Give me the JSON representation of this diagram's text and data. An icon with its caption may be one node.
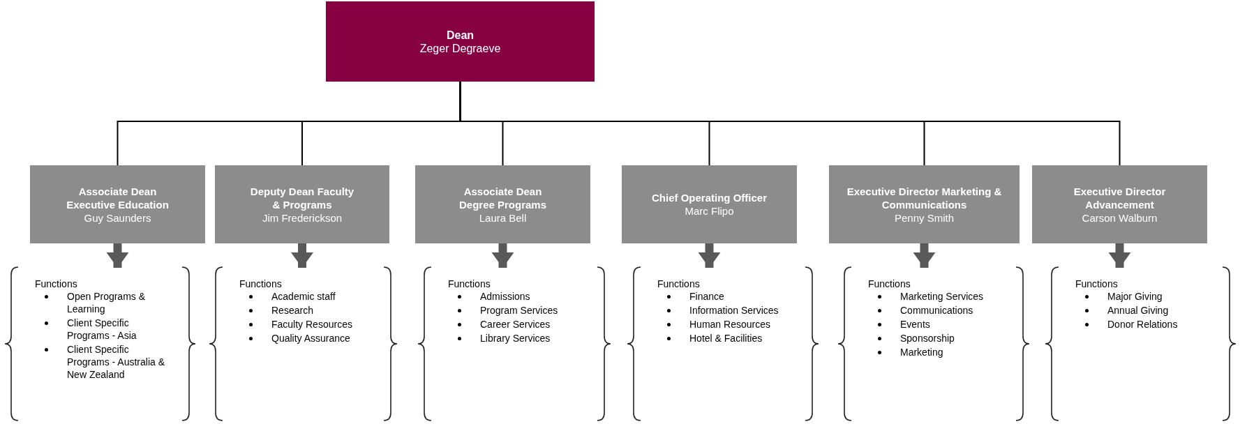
{
  "diagram": {
    "nodes": [
      {
        "text": [
          "Dean",
          "Zeger Degraeve"
        ]
      },
      {
        "text": [
          "Associate Dean Executive Education",
          "Guy Saunders"
        ]
      },
      {
        "text": [
          "Deputy Dean Faculty & Programs",
          "Jim Frederickson"
        ]
      },
      {
        "text": [
          "Associate Dean Degree Programs",
          "Laura Bell"
        ]
      },
      {
        "text": [
          "Chief Operating Officer",
          "Marc Flipo"
        ]
      },
      {
        "text": [
          "Executive Director Marketing & Communications",
          "Penny Smith"
        ]
      },
      {
        "text": [
          "Executive Director Advancement",
          "Carson Walburn"
        ]
      },
      {
        "text": [
          "Functions",
          "Open Programs & Learning",
          "Client Specific Programs - Asia",
          "Client Specific Programs - Australia & New Zealand"
        ]
      },
      {
        "text": [
          "Functions",
          "Academic staff",
          "Research",
          "Faculty Resources",
          "Quality Assurance"
        ]
      },
      {
        "text": [
          "Functions",
          "Admissions",
          "Program Services",
          "Career Services",
          "Library Services"
        ]
      },
      {
        "text": [
          "Functions",
          "Finance",
          "Information Services",
          "Human Resources",
          "Hotel & Facilities"
        ]
      },
      {
        "text": [
          "Functions",
          "Marketing Services",
          "Communications",
          "Events",
          "Sponsorship",
          "Marketing"
        ]
      },
      {
        "text": [
          "Functions",
          "Major Giving",
          "Annual Giving",
          "Donor Relations"
        ]
      }
    ],
    "edges": [
      {
        "from": 0,
        "to": 1,
        "arrow": "none"
      },
      {
        "from": 0,
        "to": 2,
        "arrow": "none"
      },
      {
        "from": 0,
        "to": 3,
        "arrow": "none"
      },
      {
        "from": 0,
        "to": 4,
        "arrow": "none"
      },
      {
        "from": 0,
        "to": 5,
        "arrow": "none"
      },
      {
        "from": 0,
        "to": 6,
        "arrow": "none"
      },
      {
        "from": 1,
        "to": 7,
        "arrow": "to",
        "style": "thick",
        "color": "#595959"
      },
      {
        "from": 2,
        "to": 8,
        "arrow": "to",
        "style": "thick",
        "color": "#595959"
      },
      {
        "from": 3,
        "to": 9,
        "arrow": "to",
        "style": "thick",
        "color": "#595959"
      },
      {
        "from": 4,
        "to": 10,
        "arrow": "to",
        "style": "thick",
        "color": "#595959"
      },
      {
        "from": 5,
        "to": 11,
        "arrow": "to",
        "style": "thick",
        "color": "#595959"
      },
      {
        "from": 6,
        "to": 12,
        "arrow": "to",
        "style": "thick",
        "color": "#595959"
      }
    ]
  }
}
